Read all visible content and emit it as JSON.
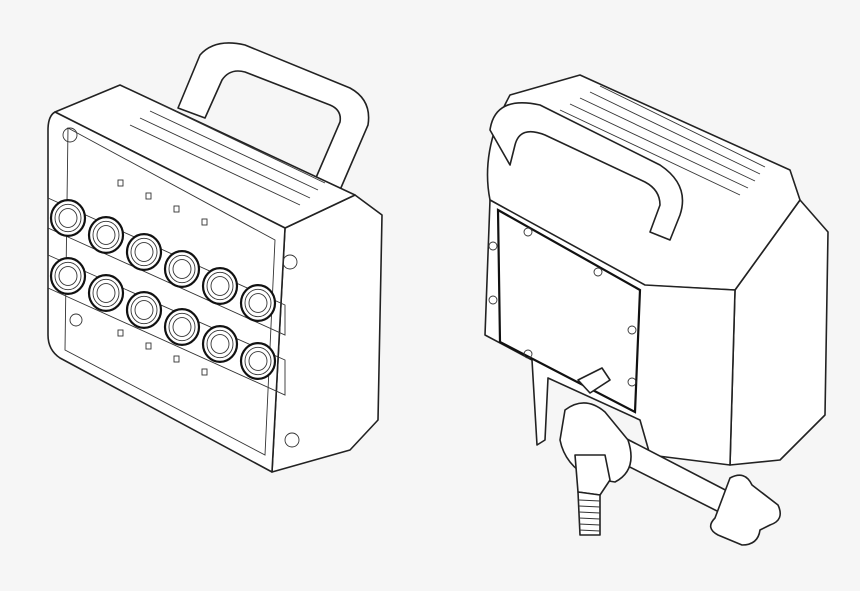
{
  "figure": {
    "background_color": "#f6f6f6",
    "line_color": "#222222",
    "fill_color": "#ffffff",
    "views": [
      {
        "name": "front-view",
        "connector_rows": 2,
        "connectors_per_row": 6
      },
      {
        "name": "rear-view"
      }
    ]
  }
}
